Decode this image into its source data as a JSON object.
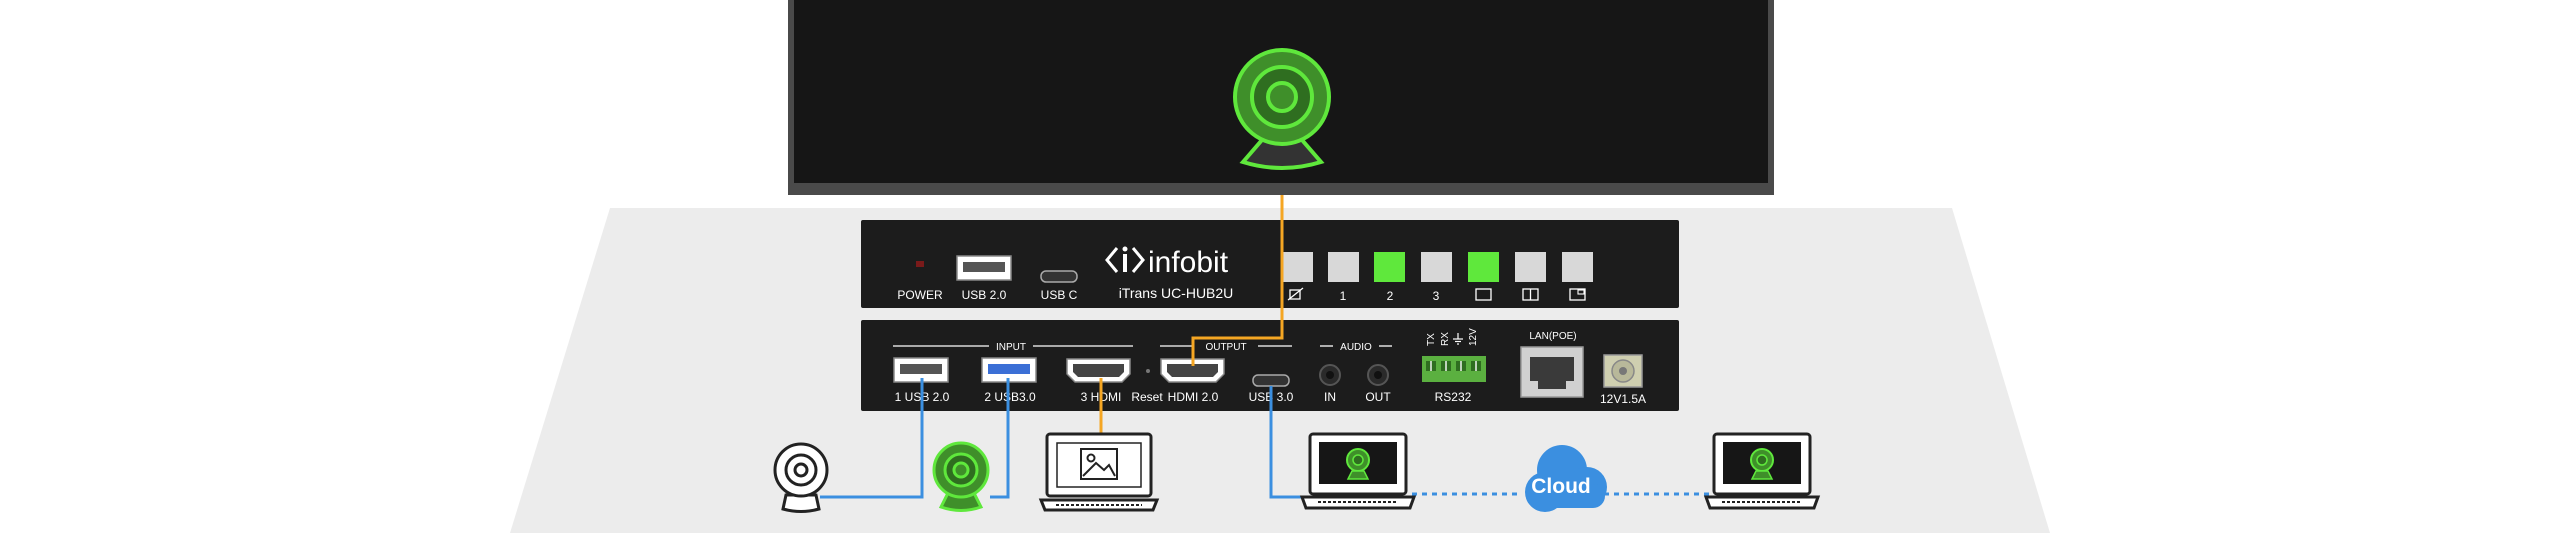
{
  "brand": {
    "name": "infobit",
    "model": "iTrans UC-HUB2U"
  },
  "front_panel": {
    "power": "POWER",
    "usb20": "USB 2.0",
    "usbc": "USB C",
    "buttons": [
      "1",
      "2",
      "3"
    ]
  },
  "rear_panel": {
    "input_header": "INPUT",
    "output_header": "OUTPUT",
    "audio_header": "AUDIO",
    "ports": {
      "usb20": "1  USB 2.0",
      "usb30": "2  USB3.0",
      "hdmi": "3  HDMI",
      "reset": "Reset",
      "hdmi20": "HDMI 2.0",
      "usb30_out": "USB 3.0",
      "audio_in": "IN",
      "audio_out": "OUT",
      "rs232": "RS232",
      "rs232_pins": [
        "TX",
        "RX",
        "GND",
        "12V"
      ],
      "lan": "LAN(POE)",
      "power": "12V1.5A"
    }
  },
  "cloud": "Cloud",
  "colors": {
    "green": "#5fe83c",
    "blue": "#3b8fe0",
    "orange": "#f5a623",
    "panel": "#1c1c1c",
    "platform": "#ececec"
  }
}
